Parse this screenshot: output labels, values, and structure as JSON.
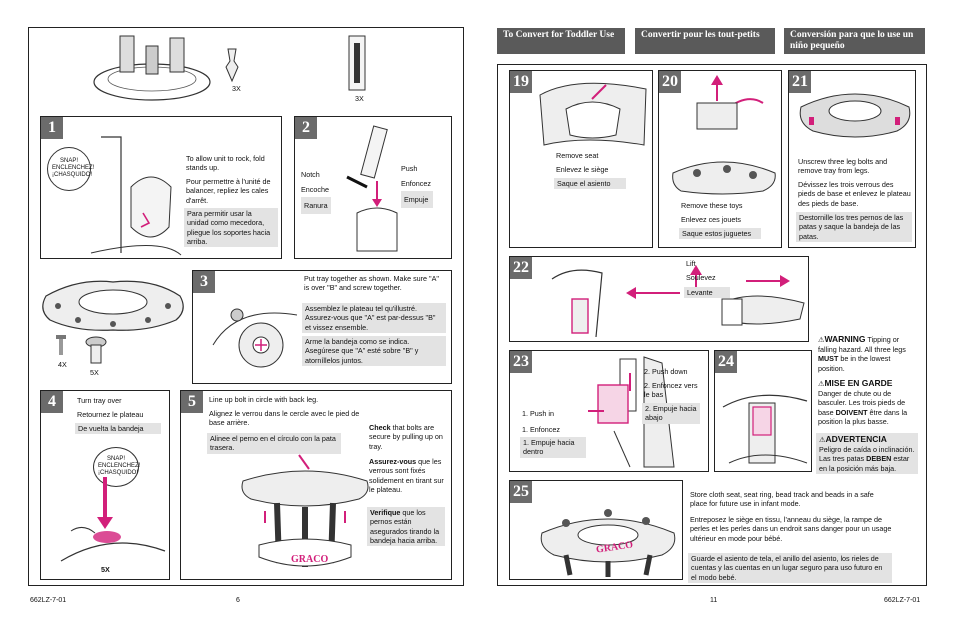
{
  "left_page": {
    "parts": {
      "clip_qty": "3X",
      "battery_qty": "3X"
    },
    "step1": {
      "number": "1",
      "snap": [
        "SNAP!",
        "ENCLENCHEZ!",
        "¡CHASQUIDO!"
      ],
      "en": "To allow unit to rock, fold stands up.",
      "fr": "Pour permettre à l'unité de balancer, repliez les cales d'arrêt.",
      "es": "Para permitir usar la unidad como mecedora, pliegue los soportes hacia arriba."
    },
    "step2": {
      "number": "2",
      "notch": [
        "Notch",
        "Encoche",
        "Ranura"
      ],
      "push": [
        "Push",
        "Enfoncez",
        "Empuje"
      ]
    },
    "parts2": {
      "bolt_qty": "4X",
      "knob_qty": "5X"
    },
    "step3": {
      "number": "3",
      "en": "Put tray together as shown. Make sure \"A\" is over \"B\" and screw together.",
      "fr": "Assemblez le plateau tel qu'illustré. Assurez-vous que \"A\" est par-dessus \"B\" et vissez ensemble.",
      "es": "Arme la bandeja como se indica. Asegúrese que \"A\" esté sobre \"B\" y atorníllelos juntos."
    },
    "step4": {
      "number": "4",
      "lines": [
        "Turn tray over",
        "Retournez le plateau",
        "De vuelta la bandeja"
      ],
      "snap": [
        "SNAP!",
        "ENCLENCHEZ!",
        "¡CHASQUIDO!"
      ],
      "qty": "5X"
    },
    "step5": {
      "number": "5",
      "en": "Line up bolt in circle with back leg.",
      "fr": "Alignez le verrou dans le cercle avec le pied de base arrière.",
      "es": "Alinee el perno en el círculo con la pata trasera.",
      "check_bold": "Check",
      "check_rest": " that bolts are secure by pulling up on tray.",
      "assurez_bold": "Assurez-vous",
      "assurez_rest": " que les verrous sont fixés solidement en tirant sur le plateau.",
      "verifique_bold": "Verifique",
      "verifique_rest": " que los pernos están asegurados tirando la bandeja hacia arriba.",
      "brand": "GRACO"
    },
    "footer": {
      "code": "662LZ-7-01",
      "page": "6"
    }
  },
  "right_page": {
    "headers": {
      "en": "To Convert for Toddler Use",
      "fr": "Convertir pour les tout-petits",
      "es": "Conversión para que lo use un niño pequeño"
    },
    "step19": {
      "number": "19",
      "lines": [
        "Remove seat",
        "Enlevez le siège",
        "Saque el asiento"
      ]
    },
    "step20": {
      "number": "20",
      "lines": [
        "Remove these toys",
        "Enlevez ces jouets",
        "Saque estos juguetes"
      ]
    },
    "step21": {
      "number": "21",
      "en": "Unscrew three leg bolts and remove tray from legs.",
      "fr": "Dévissez les trois verrous des pieds de base et enlevez le plateau des pieds de base.",
      "es": "Destornille los tres pernos de las patas y saque la bandeja de las patas."
    },
    "step22": {
      "number": "22",
      "lines": [
        "Lift",
        "Soulevez",
        "Levante"
      ]
    },
    "step23": {
      "number": "23",
      "push_in": [
        "1. Push in",
        "1. Enfoncez",
        "1. Empuje hacia dentro"
      ],
      "push_down": [
        "2. Push down",
        "2. Enfoncez vers le bas",
        "2. Empuje hacia abajo"
      ]
    },
    "step24": {
      "number": "24"
    },
    "warnings": {
      "en_title": "WARNING",
      "en_a": " Tipping or falling hazard. All three legs ",
      "en_bold": "MUST",
      "en_b": " be in the lowest position.",
      "fr_title": "MISE EN GARDE",
      "fr_a": "Danger de chute ou de basculer. Les trois pieds de base ",
      "fr_bold": "DOIVENT",
      "fr_b": " être dans la position la plus basse.",
      "es_title": "ADVERTENCIA",
      "es_a": "Peligro de caída o inclinación. Las tres patas ",
      "es_bold": "DEBEN",
      "es_b": " estar en la posición más baja."
    },
    "step25": {
      "number": "25",
      "en": "Store cloth seat, seat ring, bead track and beads in a safe place for future use in infant mode.",
      "fr": "Entreposez le siège en tissu, l'anneau du siège, la rampe de perles et les perles dans un endroit sans danger pour un usage ultérieur en mode pour bébé.",
      "es": "Guarde el asiento de tela, el anillo del asiento, los rieles de cuentas y las cuentas en un lugar seguro para uso futuro en el modo bebé.",
      "brand": "GRACO"
    },
    "footer": {
      "page": "11",
      "code": "662LZ-7-01"
    }
  },
  "colors": {
    "accent_pink": "#d21f7a",
    "header_gray": "#5a5a5a",
    "shade": "#e3e3e3",
    "number_box": "#6b6b6b"
  }
}
